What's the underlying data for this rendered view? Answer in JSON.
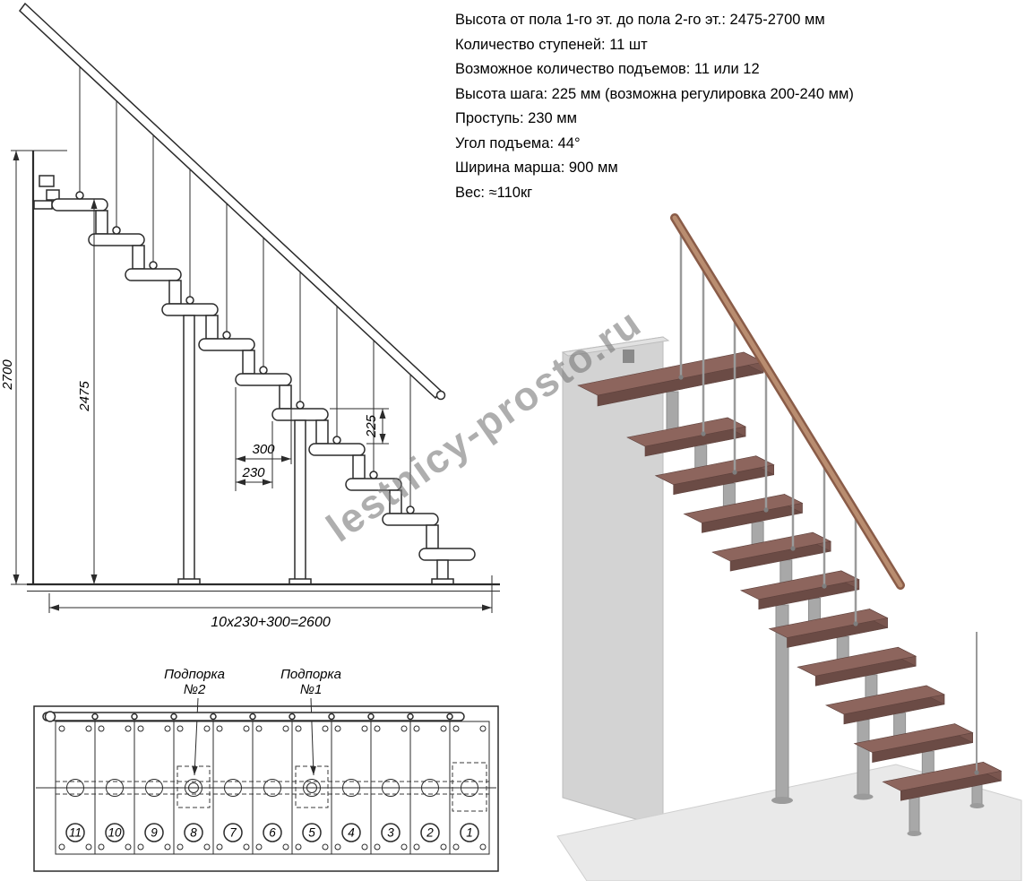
{
  "specs": {
    "lines": [
      "Высота от пола 1-го эт. до пола 2-го эт.: 2475-2700 мм",
      "Количество ступеней: 11 шт",
      "Возможное количество подъемов: 11 или 12",
      "Высота шага: 225 мм (возможна регулировка 200-240 мм)",
      "Проступь: 230 мм",
      "Угол подъема: 44°",
      "Ширина марша: 900 мм",
      "Вес: ≈110кг"
    ]
  },
  "elevation": {
    "dim_floor_to_floor": "2700",
    "dim_floor_to_top_step": "2475",
    "dim_tread_depth": "300",
    "dim_step_run": "230",
    "dim_step_rise": "225",
    "dim_total_run": "10x230+300=2600"
  },
  "plan": {
    "support_2": {
      "line1": "Подпорка",
      "line2": "№2"
    },
    "support_1": {
      "line1": "Подпорка",
      "line2": "№1"
    },
    "step_numbers": [
      "11",
      "10",
      "9",
      "8",
      "7",
      "6",
      "5",
      "4",
      "3",
      "2",
      "1"
    ]
  },
  "watermark": "lestnicy-prosto.ru",
  "colors": {
    "line": "#2b2b2b",
    "tread_top": "#8d655d",
    "tread_front": "#6b4b45",
    "tread_side": "#7a564f",
    "metal": "#a8a8a8",
    "metal_dark": "#8f8f8f",
    "rail_wood": "#8a5c48",
    "rail_wood_light": "#b98d70",
    "wall": "#d3d3d3",
    "floor": "#e9e9e9",
    "watermark_gray": "#787878"
  }
}
